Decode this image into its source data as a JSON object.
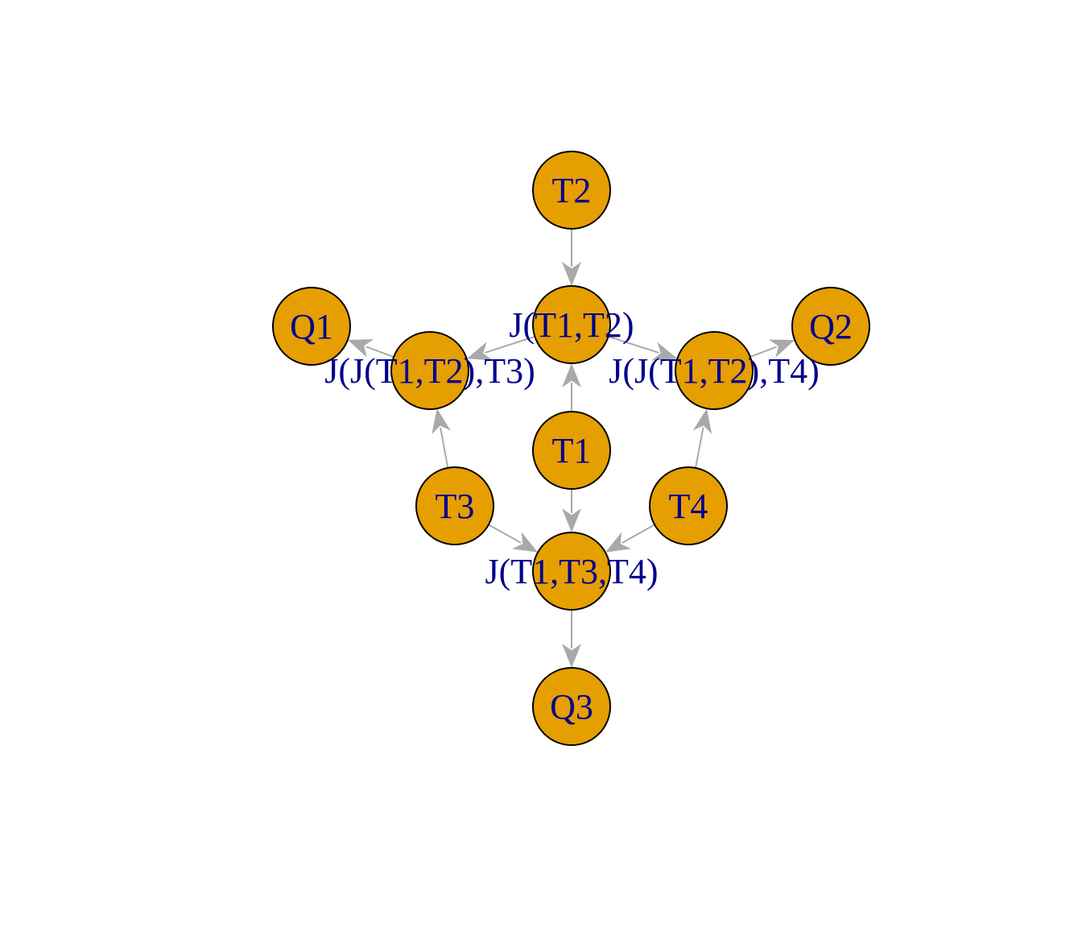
{
  "nodes": [
    {
      "id": "T2",
      "label": "T2"
    },
    {
      "id": "JT1T2",
      "label": "J(T1,T2)"
    },
    {
      "id": "Q1",
      "label": "Q1"
    },
    {
      "id": "Q2",
      "label": "Q2"
    },
    {
      "id": "JJT3",
      "label": "J(J(T1,T2),T3)"
    },
    {
      "id": "JJT4",
      "label": "J(J(T1,T2),T4)"
    },
    {
      "id": "T1",
      "label": "T1"
    },
    {
      "id": "T3",
      "label": "T3"
    },
    {
      "id": "T4",
      "label": "T4"
    },
    {
      "id": "JT1T3T4",
      "label": "J(T1,T3,T4)"
    },
    {
      "id": "Q3",
      "label": "Q3"
    }
  ],
  "edges": [
    {
      "from": "T2",
      "to": "JT1T2"
    },
    {
      "from": "T1",
      "to": "JT1T2"
    },
    {
      "from": "JT1T2",
      "to": "JJT3"
    },
    {
      "from": "JT1T2",
      "to": "JJT4"
    },
    {
      "from": "T3",
      "to": "JJT3"
    },
    {
      "from": "T4",
      "to": "JJT4"
    },
    {
      "from": "JJT3",
      "to": "Q1"
    },
    {
      "from": "JJT4",
      "to": "Q2"
    },
    {
      "from": "T1",
      "to": "JT1T3T4"
    },
    {
      "from": "T3",
      "to": "JT1T3T4"
    },
    {
      "from": "T4",
      "to": "JT1T3T4"
    },
    {
      "from": "JT1T3T4",
      "to": "Q3"
    }
  ],
  "colors": {
    "node_fill": "#E69F00",
    "node_border": "#000000",
    "label": "#00008B",
    "edge": "#A9A9A9"
  }
}
